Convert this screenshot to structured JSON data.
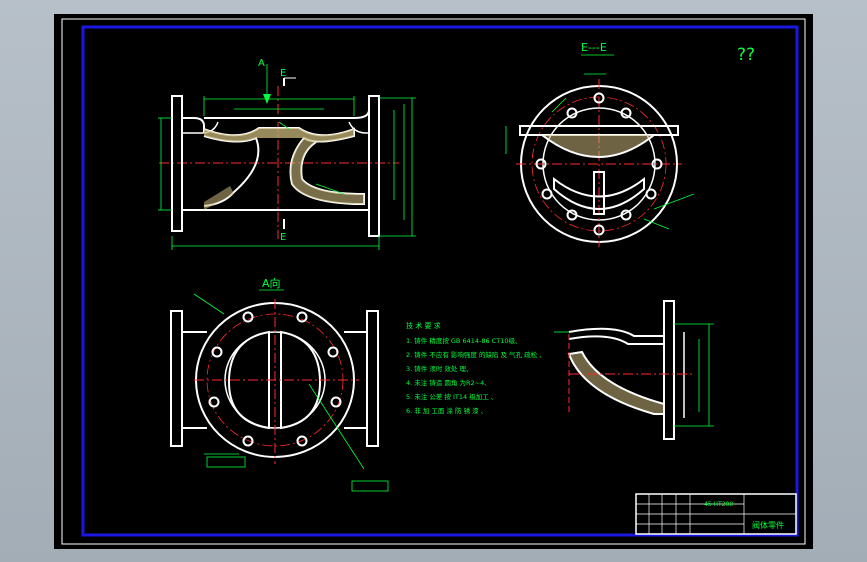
{
  "drawing": {
    "corner_mark": "??",
    "section_ee_label": "E---E",
    "view_a_label": "A向",
    "arrow_a_label": "A",
    "cut_label_top": "E",
    "cut_label_bottom": "E",
    "notes_title": "技 术 要 求",
    "notes": [
      "1. 铸件 精度按 GB 6414-86 CT10级、",
      "2. 铸件 不应有 影响强度 的缺陷 及 气孔 疏松 、",
      "3. 铸件 须时 效处 理、",
      "4. 未注 铸造 圆角 为R2~4、",
      "5. 未注 公差 按 IT14 级加工 、",
      "6. 非 加 工面 涂 防 锈 漆 、"
    ],
    "title_block_name": "阀体零件",
    "title_block_mid": "45 HT200"
  },
  "colors": {
    "page_bg": "#a7b1ba",
    "sheet_bg": "#000000",
    "frame": "#1a18e0",
    "outline": "#ffffff",
    "dimension": "#00ff3c",
    "centerline": "#ff2a2a",
    "section_fill": "#c8b77a"
  }
}
